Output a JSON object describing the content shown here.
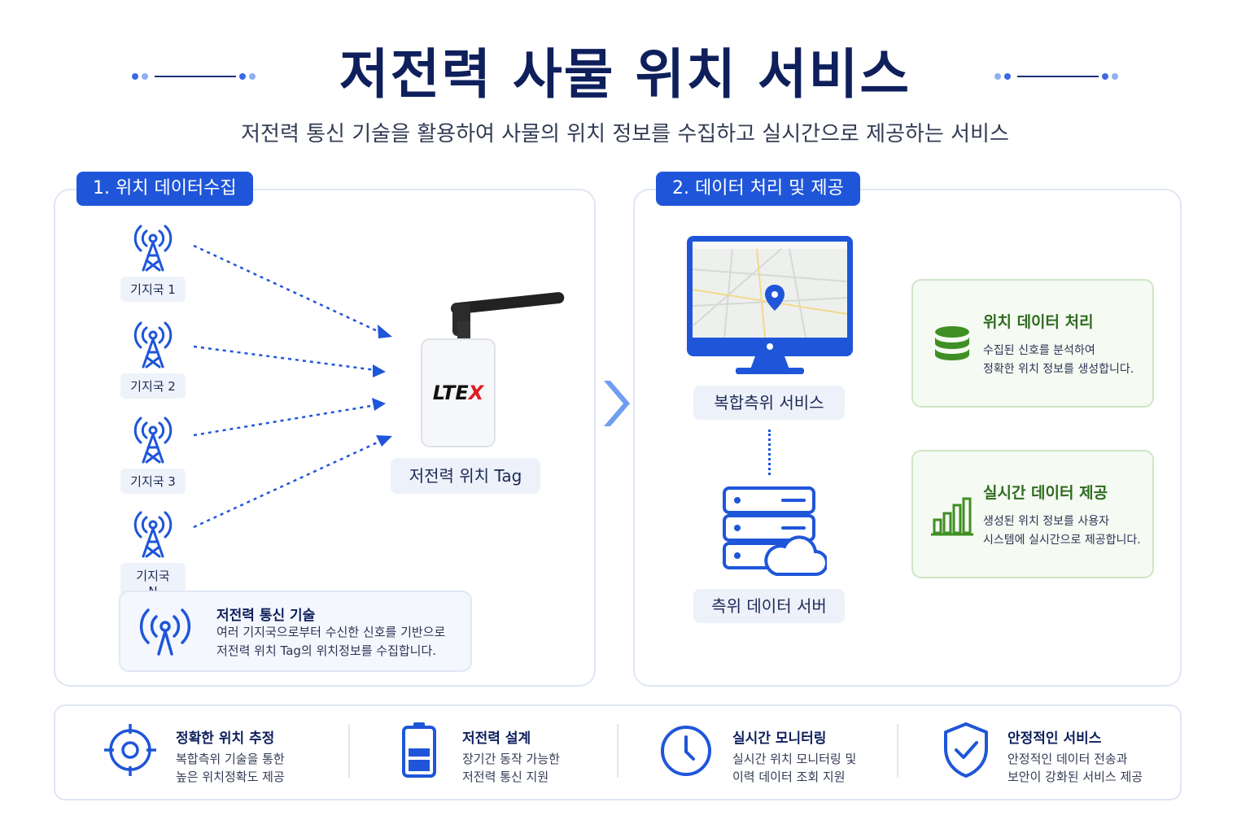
{
  "header": {
    "title": "저전력 사물 위치 서비스",
    "subtitle": "저전력 통신 기술을 활용하여 사물의 위치 정보를  수집하고 실시간으로 제공하는 서비스"
  },
  "section1": {
    "badge": "1. 위치 데이터수집",
    "stations": [
      "기지국 1",
      "기지국 2",
      "기지국 3",
      "기지국 N"
    ],
    "tag_brand": "LTEX",
    "tag_label": "저전력 위치 Tag",
    "info": {
      "title": "저전력 통신 기술",
      "line1": "여러 기지국으로부터 수신한 신호를 기반으로",
      "line2": "저전력 위치 Tag의 위치정보를 수집합니다."
    }
  },
  "section2": {
    "badge": "2. 데이터 처리 및 제공",
    "monitor_label": "복합측위 서비스",
    "server_label": "측위 데이터 서버",
    "cards": [
      {
        "title": "위치 데이터 처리",
        "line1": "수집된 신호를 분석하여",
        "line2": "정확한 위치 정보를 생성합니다."
      },
      {
        "title": "실시간 데이터 제공",
        "line1": "생성된 위치 정보를 사용자",
        "line2": "시스템에 실시간으로 제공합니다."
      }
    ]
  },
  "features": [
    {
      "title": "정확한 위치 추정",
      "line1": "복합측위 기술을 통한",
      "line2": "높은 위치정확도 제공"
    },
    {
      "title": "저전력 설계",
      "line1": "장기간 동작 가능한",
      "line2": "저전력 통신 지원"
    },
    {
      "title": "실시간 모니터링",
      "line1": "실시간 위치 모니터링 및",
      "line2": "이력 데이터 조회 지원"
    },
    {
      "title": "안정적인 서비스",
      "line1": "안정적인 데이터 전송과",
      "line2": "보안이 강화된 서비스 제공"
    }
  ],
  "colors": {
    "primary": "#1f56d9",
    "navy": "#0e1f5c",
    "green": "#2e6b1f",
    "tag_red": "#e11b22"
  },
  "icons": {
    "station": "radio-tower-icon",
    "process": "database-icon",
    "provide": "bar-chart-icon",
    "accuracy": "crosshair-icon",
    "power": "battery-icon",
    "monitor": "clock-icon",
    "stable": "shield-check-icon"
  }
}
